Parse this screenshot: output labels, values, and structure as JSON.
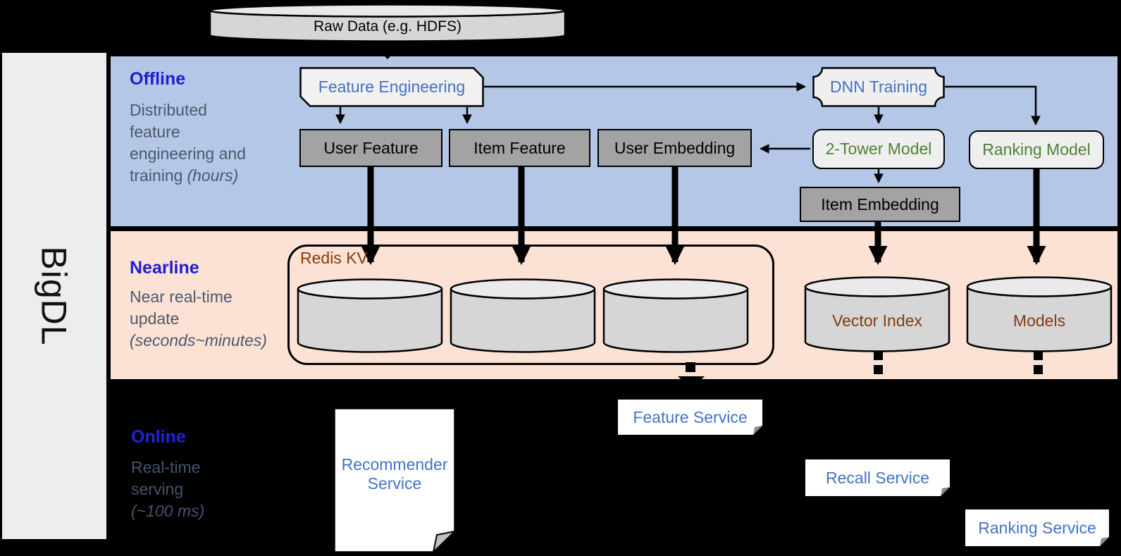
{
  "brand": {
    "label": "BigDL"
  },
  "top": {
    "raw_data": "Raw Data (e.g. HDFS)"
  },
  "bands": {
    "offline": {
      "title": "Offline",
      "desc_lines": [
        "Distributed",
        "feature",
        "engineering and"
      ],
      "desc_tail": "training",
      "desc_italic": "(hours)"
    },
    "nearline": {
      "title": "Nearline",
      "desc_lines": [
        "Near real-time",
        "update"
      ],
      "desc_italic": "(seconds~minutes)"
    },
    "online": {
      "title": "Online",
      "desc_lines": [
        "Real-time",
        "serving"
      ],
      "desc_italic": "(~100 ms)"
    }
  },
  "offline_nodes": {
    "feature_engineering": "Feature Engineering",
    "user_feature": "User Feature",
    "item_feature": "Item Feature",
    "user_embedding": "User Embedding",
    "dnn_training": "DNN Training",
    "two_tower_model": "2-Tower Model",
    "ranking_model": "Ranking Model",
    "item_embedding": "Item Embedding"
  },
  "nearline_nodes": {
    "redis_kv": "Redis KV",
    "vector_index": "Vector Index",
    "models": "Models"
  },
  "online_nodes": {
    "recommender_service": "Recommender Service",
    "feature_service": "Feature Service",
    "recall_service": "Recall Service",
    "ranking_service": "Ranking Service"
  },
  "colors": {
    "background": "#000000",
    "sidebar_fill": "#EDEDED",
    "offline_band": "#B4C7E7",
    "nearline_band": "#FBE2D5",
    "section_title_blue": "#1E1ECD",
    "body_text_gray": "#4E586B",
    "node_text_blue": "#4472C4",
    "node_text_green": "#538135",
    "node_text_brown": "#843C0C",
    "node_gray_fill": "#A3A3A3",
    "node_light_fill": "#EFEFEF",
    "cylinder_fill": "#D6D6D6",
    "service_fill": "#FFFFFF"
  }
}
